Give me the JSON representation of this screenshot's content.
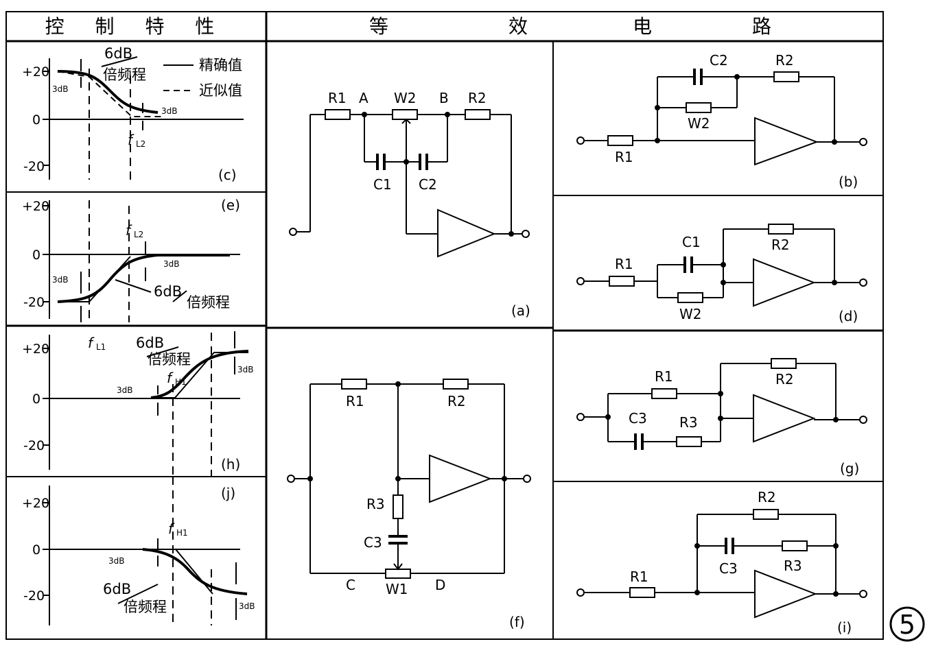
{
  "header": {
    "control": "控 制 特 性",
    "equiv": [
      "等",
      "效",
      "电",
      "路"
    ]
  },
  "figure_number": "5",
  "legend": {
    "exact": "精确值",
    "approx": "近似值"
  },
  "ticks": {
    "p20": "+20",
    "zero": "0",
    "m20": "-20"
  },
  "annot": {
    "db3": "3dB",
    "db6": "6dB",
    "octave": "倍频程",
    "fL": "f",
    "fL_sub1": "L1",
    "fL_sub2": "L2",
    "fH_sub1": "H1"
  },
  "plots": {
    "c": "(c)",
    "e": "(e)",
    "h": "(h)",
    "j": "(j)"
  },
  "circuits": {
    "a": {
      "caption": "(a)",
      "R1": "R1",
      "R2": "R2",
      "W2": "W2",
      "A": "A",
      "B": "B",
      "C1": "C1",
      "C2": "C2"
    },
    "b": {
      "caption": "(b)",
      "R1": "R1",
      "R2": "R2",
      "C2": "C2",
      "W2": "W2"
    },
    "d": {
      "caption": "(d)",
      "R1": "R1",
      "R2": "R2",
      "C1": "C1",
      "W2": "W2"
    },
    "f": {
      "caption": "(f)",
      "R1": "R1",
      "R2": "R2",
      "R3": "R3",
      "C3": "C3",
      "W1": "W1",
      "C": "C",
      "D": "D"
    },
    "g": {
      "caption": "(g)",
      "R1": "R1",
      "R2": "R2",
      "R3": "R3",
      "C3": "C3"
    },
    "i": {
      "caption": "(i)",
      "R1": "R1",
      "R2": "R2",
      "R3": "R3",
      "C3": "C3"
    }
  }
}
